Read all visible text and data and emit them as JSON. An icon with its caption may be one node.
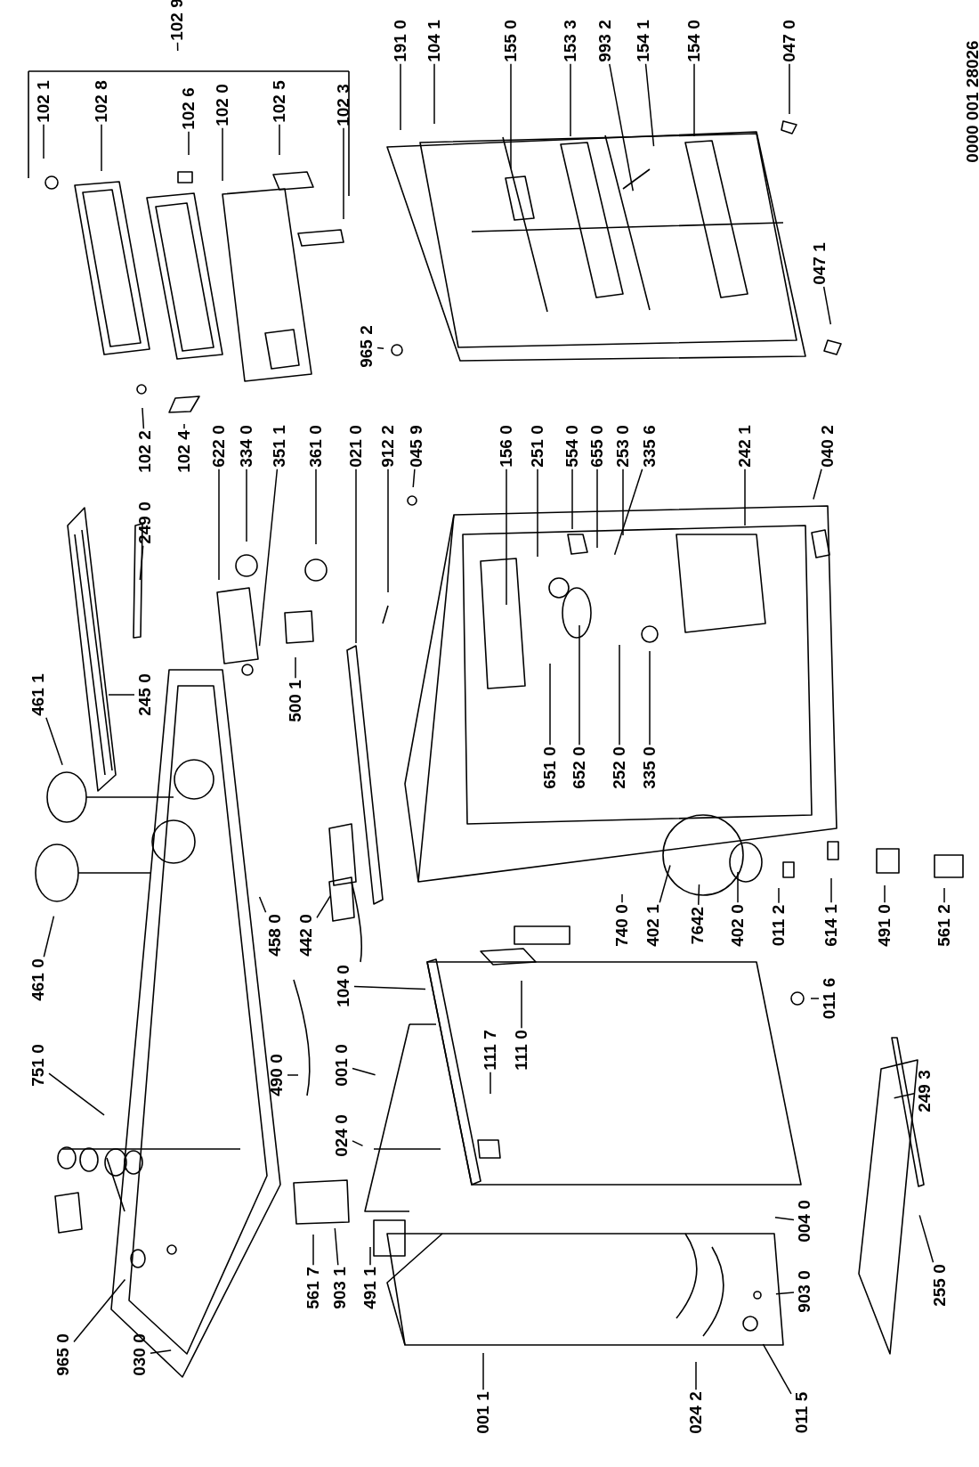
{
  "diagram": {
    "nodes": [
      {
        "text": [
          "102 9"
        ]
      },
      {
        "text": [
          "102 1"
        ]
      },
      {
        "text": [
          "102 8"
        ]
      },
      {
        "text": [
          "102 6"
        ]
      },
      {
        "text": [
          "102 0"
        ]
      },
      {
        "text": [
          "102 5"
        ]
      },
      {
        "text": [
          "102 3"
        ]
      },
      {
        "text": [
          "191 0"
        ]
      },
      {
        "text": [
          "104 1"
        ]
      },
      {
        "text": [
          "155 0"
        ]
      },
      {
        "text": [
          "153 3"
        ]
      },
      {
        "text": [
          "993 2"
        ]
      },
      {
        "text": [
          "154 1"
        ]
      },
      {
        "text": [
          "154 0"
        ]
      },
      {
        "text": [
          "047 0"
        ]
      },
      {
        "text": [
          "047 1"
        ]
      },
      {
        "text": [
          "965 2"
        ]
      },
      {
        "text": [
          "102 2"
        ]
      },
      {
        "text": [
          "102 4"
        ]
      },
      {
        "text": [
          "249 0"
        ]
      },
      {
        "text": [
          "622 0"
        ]
      },
      {
        "text": [
          "334 0"
        ]
      },
      {
        "text": [
          "351 1"
        ]
      },
      {
        "text": [
          "361 0"
        ]
      },
      {
        "text": [
          "021 0"
        ]
      },
      {
        "text": [
          "912 2"
        ]
      },
      {
        "text": [
          "045 9"
        ]
      },
      {
        "text": [
          "156 0"
        ]
      },
      {
        "text": [
          "251 0"
        ]
      },
      {
        "text": [
          "554 0"
        ]
      },
      {
        "text": [
          "655 0"
        ]
      },
      {
        "text": [
          "253 0"
        ]
      },
      {
        "text": [
          "335 6"
        ]
      },
      {
        "text": [
          "242 1"
        ]
      },
      {
        "text": [
          "040 2"
        ]
      },
      {
        "text": [
          "461 1"
        ]
      },
      {
        "text": [
          "245 0"
        ]
      },
      {
        "text": [
          "500 1"
        ]
      },
      {
        "text": [
          "651 0"
        ]
      },
      {
        "text": [
          "652 0"
        ]
      },
      {
        "text": [
          "252 0"
        ]
      },
      {
        "text": [
          "335 0"
        ]
      },
      {
        "text": [
          "461 0"
        ]
      },
      {
        "text": [
          "458 0"
        ]
      },
      {
        "text": [
          "442 0"
        ]
      },
      {
        "text": [
          "740 0"
        ]
      },
      {
        "text": [
          "402 1"
        ]
      },
      {
        "text": [
          "7642"
        ]
      },
      {
        "text": [
          "402 0"
        ]
      },
      {
        "text": [
          "011 2"
        ]
      },
      {
        "text": [
          "614 1"
        ]
      },
      {
        "text": [
          "491 0"
        ]
      },
      {
        "text": [
          "561 2"
        ]
      },
      {
        "text": [
          "104 0"
        ]
      },
      {
        "text": [
          "011 6"
        ]
      },
      {
        "text": [
          "751 0"
        ]
      },
      {
        "text": [
          "490 0"
        ]
      },
      {
        "text": [
          "001 0"
        ]
      },
      {
        "text": [
          "111 7"
        ]
      },
      {
        "text": [
          "111 0"
        ]
      },
      {
        "text": [
          "024 0"
        ]
      },
      {
        "text": [
          "249 3"
        ]
      },
      {
        "text": [
          "004 0"
        ]
      },
      {
        "text": [
          "561 7"
        ]
      },
      {
        "text": [
          "903 1"
        ]
      },
      {
        "text": [
          "491 1"
        ]
      },
      {
        "text": [
          "903 0"
        ]
      },
      {
        "text": [
          "255 0"
        ]
      },
      {
        "text": [
          "965 0"
        ]
      },
      {
        "text": [
          "030 0"
        ]
      },
      {
        "text": [
          "001 1"
        ]
      },
      {
        "text": [
          "024 2"
        ]
      },
      {
        "text": [
          "011 5"
        ]
      }
    ],
    "edges": [
      {
        "from": 0,
        "to": null,
        "arrow": "none"
      },
      {
        "from": 1,
        "to": null,
        "arrow": "none"
      },
      {
        "from": 2,
        "to": null,
        "arrow": "none"
      },
      {
        "from": 3,
        "to": null,
        "arrow": "none"
      },
      {
        "from": 4,
        "to": null,
        "arrow": "none"
      },
      {
        "from": 5,
        "to": null,
        "arrow": "none"
      },
      {
        "from": 6,
        "to": null,
        "arrow": "none"
      },
      {
        "from": 7,
        "to": null,
        "arrow": "none"
      },
      {
        "from": 8,
        "to": null,
        "arrow": "none"
      },
      {
        "from": 9,
        "to": null,
        "arrow": "none"
      },
      {
        "from": 10,
        "to": null,
        "arrow": "none"
      },
      {
        "from": 11,
        "to": null,
        "arrow": "none"
      },
      {
        "from": 12,
        "to": null,
        "arrow": "none"
      },
      {
        "from": 13,
        "to": null,
        "arrow": "none"
      },
      {
        "from": 14,
        "to": null,
        "arrow": "none"
      },
      {
        "from": 15,
        "to": null,
        "arrow": "none"
      },
      {
        "from": 16,
        "to": null,
        "arrow": "none"
      },
      {
        "from": 17,
        "to": null,
        "arrow": "none"
      },
      {
        "from": 18,
        "to": null,
        "arrow": "none"
      },
      {
        "from": 19,
        "to": null,
        "arrow": "none"
      },
      {
        "from": 20,
        "to": null,
        "arrow": "none"
      },
      {
        "from": 21,
        "to": null,
        "arrow": "none"
      },
      {
        "from": 22,
        "to": null,
        "arrow": "none"
      },
      {
        "from": 23,
        "to": null,
        "arrow": "none"
      },
      {
        "from": 24,
        "to": null,
        "arrow": "none"
      },
      {
        "from": 25,
        "to": null,
        "arrow": "none"
      },
      {
        "from": 26,
        "to": null,
        "arrow": "none"
      },
      {
        "from": 27,
        "to": null,
        "arrow": "none"
      },
      {
        "from": 28,
        "to": null,
        "arrow": "none"
      },
      {
        "from": 29,
        "to": null,
        "arrow": "none"
      },
      {
        "from": 30,
        "to": null,
        "arrow": "none"
      },
      {
        "from": 31,
        "to": null,
        "arrow": "none"
      },
      {
        "from": 32,
        "to": null,
        "arrow": "none"
      },
      {
        "from": 33,
        "to": null,
        "arrow": "none"
      },
      {
        "from": 34,
        "to": null,
        "arrow": "none"
      },
      {
        "from": 35,
        "to": null,
        "arrow": "none"
      },
      {
        "from": 36,
        "to": null,
        "arrow": "none"
      },
      {
        "from": 37,
        "to": null,
        "arrow": "none"
      },
      {
        "from": 38,
        "to": null,
        "arrow": "none"
      },
      {
        "from": 39,
        "to": null,
        "arrow": "none"
      },
      {
        "from": 40,
        "to": null,
        "arrow": "none"
      },
      {
        "from": 41,
        "to": null,
        "arrow": "none"
      },
      {
        "from": 42,
        "to": null,
        "arrow": "none"
      },
      {
        "from": 43,
        "to": null,
        "arrow": "none"
      },
      {
        "from": 44,
        "to": null,
        "arrow": "none"
      },
      {
        "from": 45,
        "to": null,
        "arrow": "none"
      },
      {
        "from": 46,
        "to": null,
        "arrow": "none"
      },
      {
        "from": 47,
        "to": null,
        "arrow": "none"
      },
      {
        "from": 48,
        "to": null,
        "arrow": "none"
      },
      {
        "from": 49,
        "to": null,
        "arrow": "none"
      },
      {
        "from": 50,
        "to": null,
        "arrow": "none"
      },
      {
        "from": 51,
        "to": null,
        "arrow": "none"
      },
      {
        "from": 52,
        "to": null,
        "arrow": "none"
      },
      {
        "from": 53,
        "to": null,
        "arrow": "none"
      },
      {
        "from": 54,
        "to": null,
        "arrow": "none"
      },
      {
        "from": 55,
        "to": null,
        "arrow": "none"
      },
      {
        "from": 56,
        "to": null,
        "arrow": "none"
      },
      {
        "from": 57,
        "to": null,
        "arrow": "none"
      },
      {
        "from": 58,
        "to": null,
        "arrow": "none"
      },
      {
        "from": 59,
        "to": null,
        "arrow": "none"
      },
      {
        "from": 60,
        "to": null,
        "arrow": "none"
      },
      {
        "from": 61,
        "to": null,
        "arrow": "none"
      },
      {
        "from": 62,
        "to": null,
        "arrow": "none"
      },
      {
        "from": 63,
        "to": null,
        "arrow": "none"
      },
      {
        "from": 64,
        "to": null,
        "arrow": "none"
      },
      {
        "from": 65,
        "to": null,
        "arrow": "none"
      },
      {
        "from": 66,
        "to": null,
        "arrow": "none"
      },
      {
        "from": 67,
        "to": null,
        "arrow": "none"
      },
      {
        "from": 68,
        "to": null,
        "arrow": "none"
      },
      {
        "from": 69,
        "to": null,
        "arrow": "none"
      },
      {
        "from": 70,
        "to": null,
        "arrow": "none"
      },
      {
        "from": 71,
        "to": null,
        "arrow": "none"
      },
      {
        "from": 72,
        "to": null,
        "arrow": "none"
      }
    ],
    "labels": [
      "0000 001 28026"
    ]
  }
}
